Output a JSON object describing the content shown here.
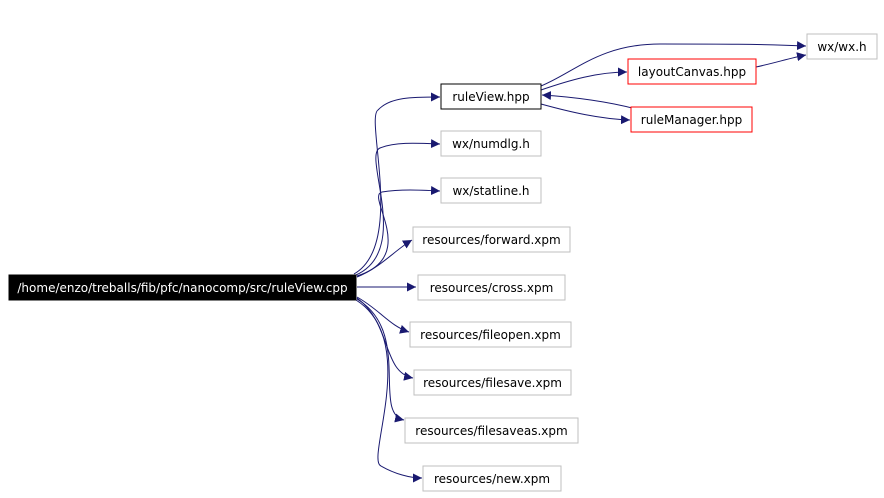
{
  "colors": {
    "edge": "#191970",
    "root_fill": "#000000",
    "root_text": "#ffffff",
    "node_border": "#bfbfbf",
    "node_border_highlight": "#ff0000",
    "node_border_selected": "#000000"
  },
  "nodes": {
    "root": "/home/enzo/treballs/fib/pfc/nanocomp/src/ruleView.cpp",
    "ruleview_hpp": "ruleView.hpp",
    "numdlg": "wx/numdlg.h",
    "statline": "wx/statline.h",
    "forward": "resources/forward.xpm",
    "cross": "resources/cross.xpm",
    "fileopen": "resources/fileopen.xpm",
    "filesave": "resources/filesave.xpm",
    "filesaveas": "resources/filesaveas.xpm",
    "new": "resources/new.xpm",
    "layoutcanvas": "layoutCanvas.hpp",
    "rulemanager": "ruleManager.hpp",
    "wx": "wx/wx.h"
  }
}
